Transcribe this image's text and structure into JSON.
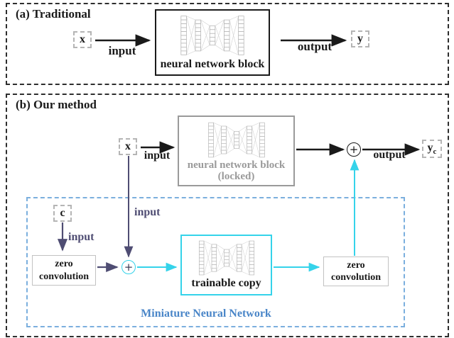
{
  "colors": {
    "black": "#1a1a1a",
    "gray_locked": "#9a9a9a",
    "purple": "#4f4d73",
    "cyan": "#35d3ea",
    "blue_label": "#4a86c8",
    "blue_dash": "#7bafde"
  },
  "panel_a": {
    "title": "(a) Traditional",
    "x": "x",
    "y": "y",
    "input": "input",
    "output": "output",
    "block": "neural network block"
  },
  "panel_b": {
    "title": "(b) Our method",
    "x": "x",
    "c": "c",
    "yc_base": "y",
    "yc_sub": "c",
    "input_top": "input",
    "input_x": "input",
    "input_c": "input",
    "output": "output",
    "locked_line1": "neural network block",
    "locked_line2": "(locked)",
    "trainable": "trainable copy",
    "zero1_line1": "zero",
    "zero1_line2": "convolution",
    "zero2_line1": "zero",
    "zero2_line2": "convolution",
    "miniature": "Miniature Neural Network",
    "plus": "+"
  }
}
